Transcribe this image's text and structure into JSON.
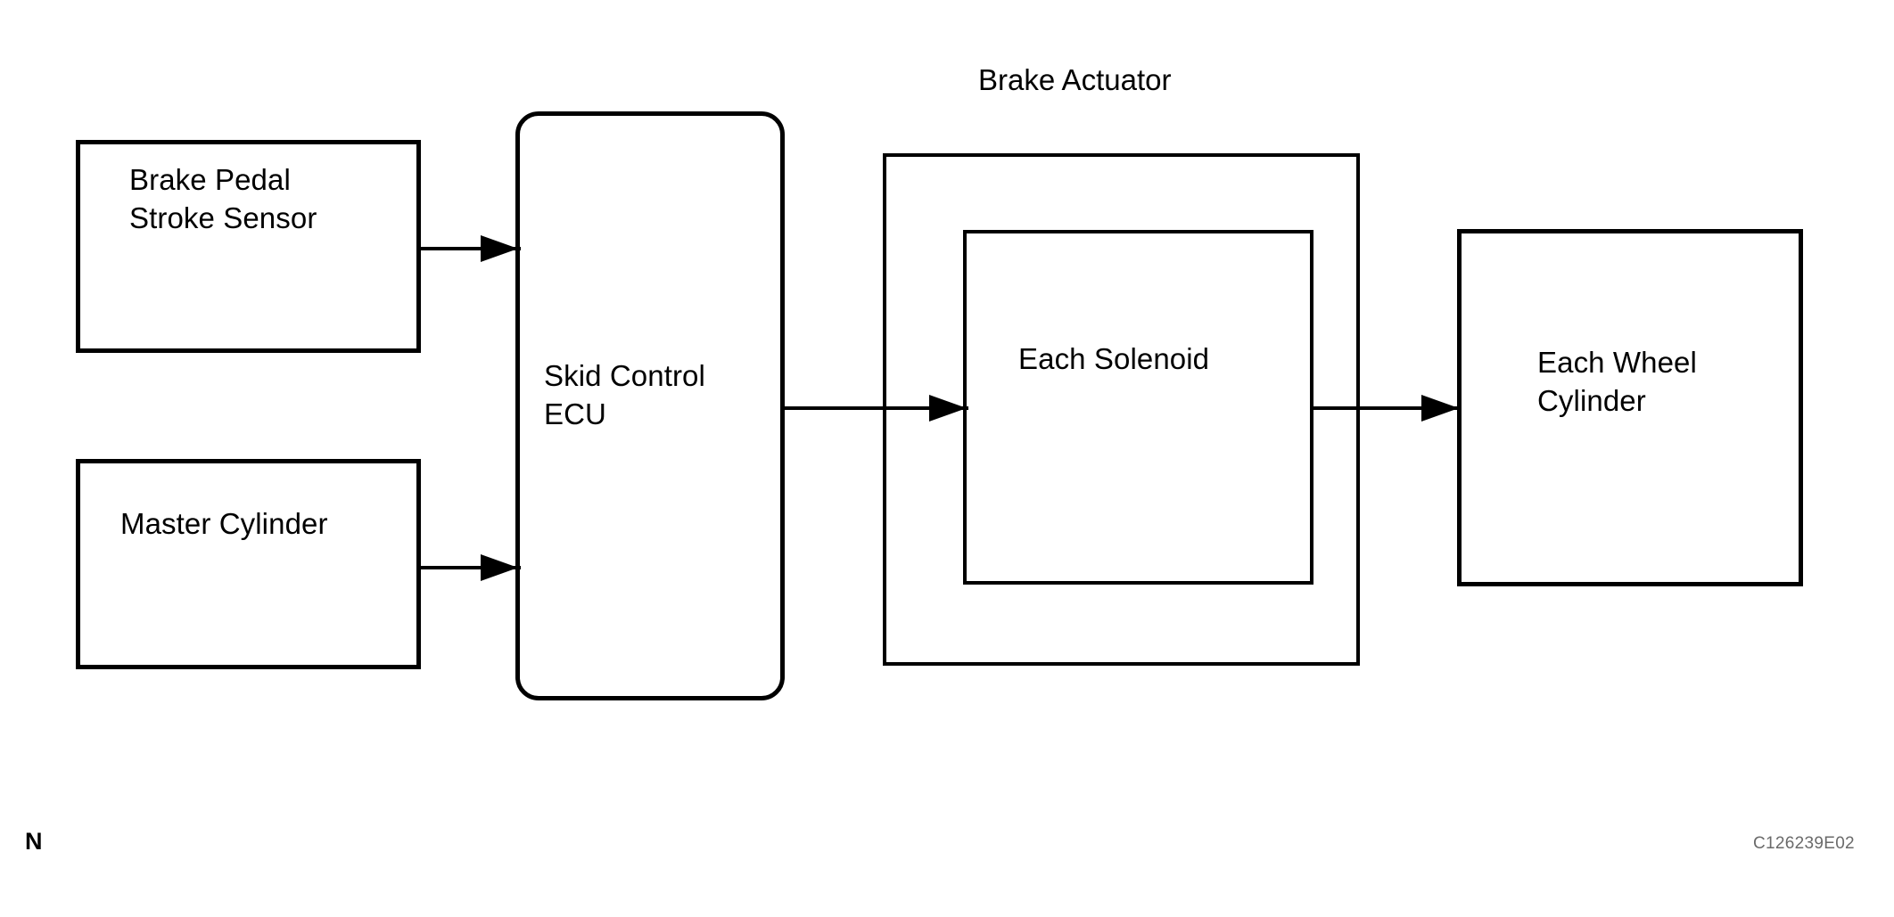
{
  "figure": {
    "code": "C126239E02",
    "corner_mark": "N",
    "group_label": "Brake Actuator"
  },
  "nodes": {
    "brake_pedal_stroke_sensor": {
      "line1": "Brake Pedal",
      "line2": "Stroke Sensor"
    },
    "master_cylinder": {
      "line1": "Master Cylinder"
    },
    "skid_control_ecu": {
      "line1": "Skid Control",
      "line2": "ECU"
    },
    "each_solenoid": {
      "line1": "Each Solenoid"
    },
    "each_wheel_cylinder": {
      "line1": "Each Wheel",
      "line2": "Cylinder"
    }
  },
  "colors": {
    "stroke": "#000000",
    "background": "#ffffff",
    "figure_code": "#6a6a6a"
  },
  "chart_data": {
    "type": "diagram",
    "title": "Brake Actuator",
    "nodes": [
      {
        "id": "brake_pedal_stroke_sensor",
        "label": "Brake Pedal Stroke Sensor",
        "shape": "rectangle"
      },
      {
        "id": "master_cylinder",
        "label": "Master Cylinder",
        "shape": "rectangle"
      },
      {
        "id": "skid_control_ecu",
        "label": "Skid Control ECU",
        "shape": "rounded-rectangle"
      },
      {
        "id": "brake_actuator",
        "label": "Brake Actuator",
        "shape": "rectangle-container"
      },
      {
        "id": "each_solenoid",
        "label": "Each Solenoid",
        "shape": "rectangle",
        "parent": "brake_actuator"
      },
      {
        "id": "each_wheel_cylinder",
        "label": "Each Wheel Cylinder",
        "shape": "rectangle"
      }
    ],
    "edges": [
      {
        "from": "brake_pedal_stroke_sensor",
        "to": "skid_control_ecu",
        "arrow": true
      },
      {
        "from": "master_cylinder",
        "to": "skid_control_ecu",
        "arrow": true
      },
      {
        "from": "skid_control_ecu",
        "to": "each_solenoid",
        "arrow": true
      },
      {
        "from": "each_solenoid",
        "to": "each_wheel_cylinder",
        "arrow": true
      }
    ]
  }
}
